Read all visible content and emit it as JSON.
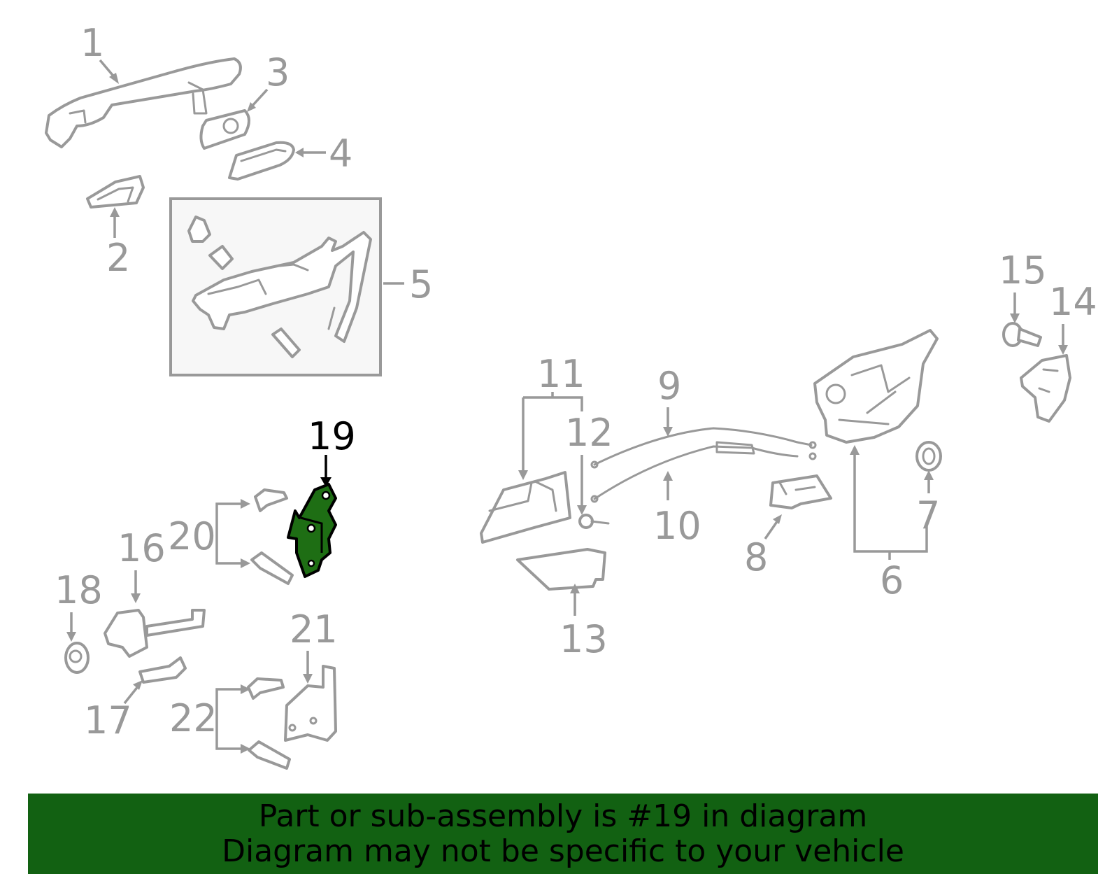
{
  "diagram": {
    "highlight_color": "#1e6e14",
    "part_color": "#999999",
    "labels": {
      "l1": "1",
      "l2": "2",
      "l3": "3",
      "l4": "4",
      "l5": "5",
      "l6": "6",
      "l7": "7",
      "l8": "8",
      "l9": "9",
      "l10": "10",
      "l11": "11",
      "l12": "12",
      "l13": "13",
      "l14": "14",
      "l15": "15",
      "l16": "16",
      "l17": "17",
      "l18": "18",
      "l19": "19",
      "l20": "20",
      "l21": "21",
      "l22": "22"
    }
  },
  "banner": {
    "background": "#126112",
    "line1": "Part or sub-assembly is #19 in diagram",
    "line2": "Diagram may not be specific to your vehicle"
  }
}
